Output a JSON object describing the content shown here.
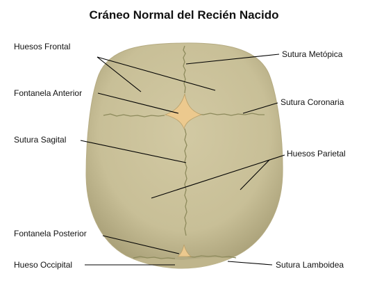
{
  "title": "Cráneo Normal del Recién Nacido",
  "labels": {
    "huesos_frontal": "Huesos Frontal",
    "fontanela_anterior": "Fontanela Anterior",
    "sutura_sagital": "Sutura Sagital",
    "fontanela_posterior": "Fontanela Posterior",
    "hueso_occipital": "Hueso Occipital",
    "sutura_metopica": "Sutura Metópica",
    "sutura_coronaria": "Sutura Coronaria",
    "huesos_parietal": "Huesos Parietal",
    "sutura_lamboidea": "Sutura Lamboidea"
  },
  "colors": {
    "bone": "#cbc29b",
    "bone_shade": "#a9a078",
    "fontanelle": "#ecc98e",
    "suture": "#8d8a5c",
    "text": "#111111"
  }
}
